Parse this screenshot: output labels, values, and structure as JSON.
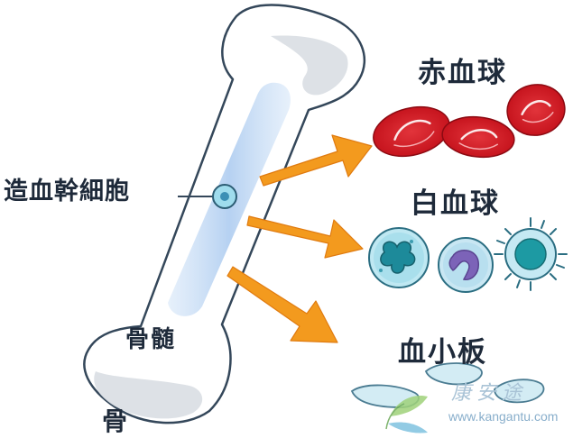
{
  "labels": {
    "stem_cell": "造血幹細胞",
    "bone_marrow": "骨髄",
    "bone": "骨",
    "red_blood_cells": "赤血球",
    "white_blood_cells": "白血球",
    "platelets": "血小板"
  },
  "watermark": {
    "name": "康安途",
    "url": "www.kangantu.com"
  },
  "colors": {
    "bone_fill": "#ffffff",
    "bone_outline": "#34475a",
    "bone_shadow": "#d8dde2",
    "marrow": "#b8d4f2",
    "stem_cell": "#8fd3e8",
    "arrow": "#f39a1e",
    "red_cell": "#d0121c",
    "white_cell": "#7fcfe0",
    "white_nucleus": "#1f8a9a",
    "white_nucleus_purple": "#7c63b8",
    "platelet": "#cfe9f2"
  }
}
